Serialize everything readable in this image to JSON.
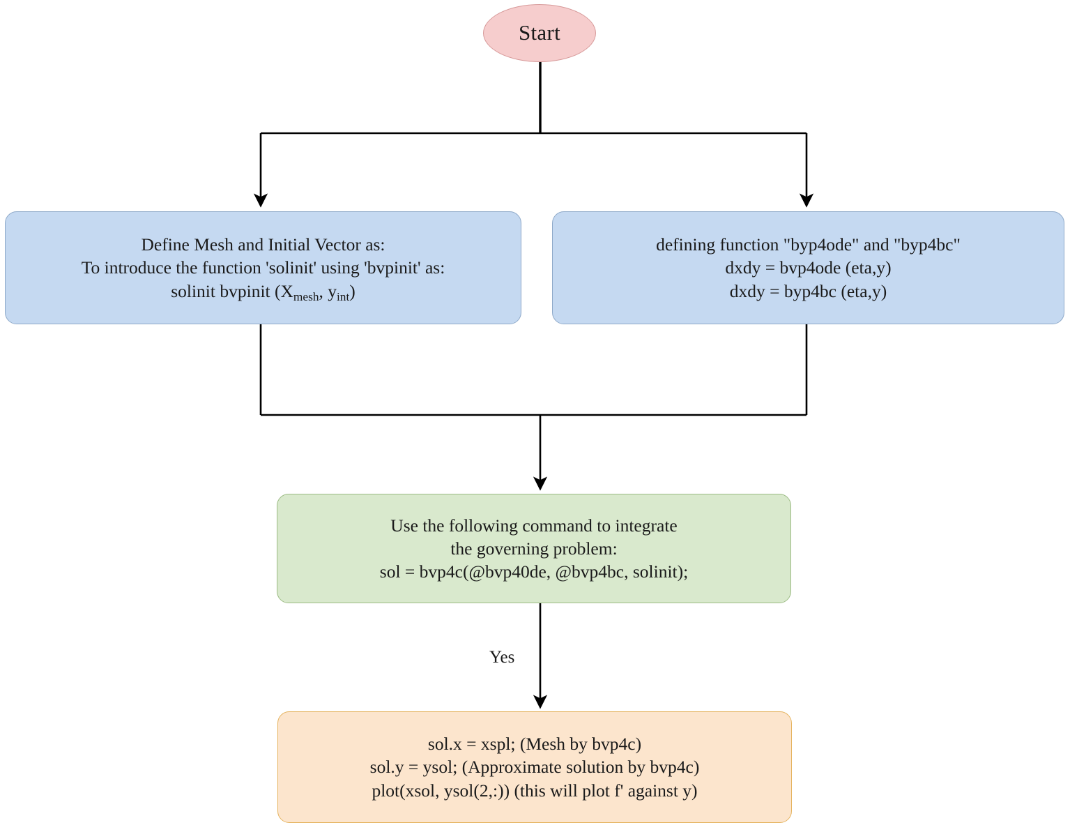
{
  "diagram": {
    "title": "MATLAB bvp4c solution procedure flowchart",
    "background_color": "#ffffff",
    "connector_color": "#000000"
  },
  "nodes": {
    "start": {
      "label": "Start",
      "shape": "ellipse",
      "fill": "#f6cdcd",
      "stroke": "#d79a9a"
    },
    "mesh_box": {
      "shape": "rounded-rect",
      "fill": "#c5d9f1",
      "stroke": "#8ea9c9",
      "lines": [
        "Define Mesh and Initial Vector as:",
        "To introduce the function 'solinit' using 'bvpinit' as:",
        "solinit bvpinit (Xₘₑₛₕ, yᵢₙₜ)"
      ],
      "line1": "Define Mesh and Initial Vector as:",
      "line2": "To introduce the function 'solinit' using 'bvpinit' as:",
      "line3_pre": "solinit bvpinit (X",
      "line3_sub1": "mesh",
      "line3_mid": ", y",
      "line3_sub2": "int",
      "line3_post": ")"
    },
    "function_box": {
      "shape": "rounded-rect",
      "fill": "#c5d9f1",
      "stroke": "#8ea9c9",
      "lines": [
        "defining function \"byp4ode\" and \"byp4bc\"",
        "dxdy = bvp4ode (eta,y)",
        "dxdy = byp4bc (eta,y)"
      ],
      "line1": "defining function \"byp4ode\" and \"byp4bc\"",
      "line2": "dxdy = bvp4ode (eta,y)",
      "line3": "dxdy = byp4bc (eta,y)"
    },
    "integrate_box": {
      "shape": "rounded-rect",
      "fill": "#d9e9cd",
      "stroke": "#9cbb84",
      "lines": [
        "Use the following command to integrate",
        "the governing problem:",
        "sol = bvp4c(@bvp40de, @bvp4bc, solinit);"
      ],
      "line1": "Use the following command to integrate",
      "line2": "the governing problem:",
      "line3": "sol = bvp4c(@bvp40de, @bvp4bc, solinit);"
    },
    "output_box": {
      "shape": "rounded-rect",
      "fill": "#fce5cd",
      "stroke": "#e5b460",
      "lines": [
        "sol.x = xspl; (Mesh by bvp4c)",
        "sol.y = ysol; (Approximate solution by bvp4c)",
        "plot(xsol, ysol(2,:)) (this will plot f' against y)"
      ],
      "line1": "sol.x = xspl; (Mesh by bvp4c)",
      "line2": "sol.y = ysol; (Approximate solution by bvp4c)",
      "line3": "plot(xsol, ysol(2,:)) (this will plot f' against y)"
    }
  },
  "edges": {
    "start_to_split": {
      "label": ""
    },
    "split_to_mesh": {
      "label": ""
    },
    "split_to_function": {
      "label": ""
    },
    "merge_to_integrate": {
      "label": ""
    },
    "integrate_to_output": {
      "label": "Yes"
    }
  }
}
